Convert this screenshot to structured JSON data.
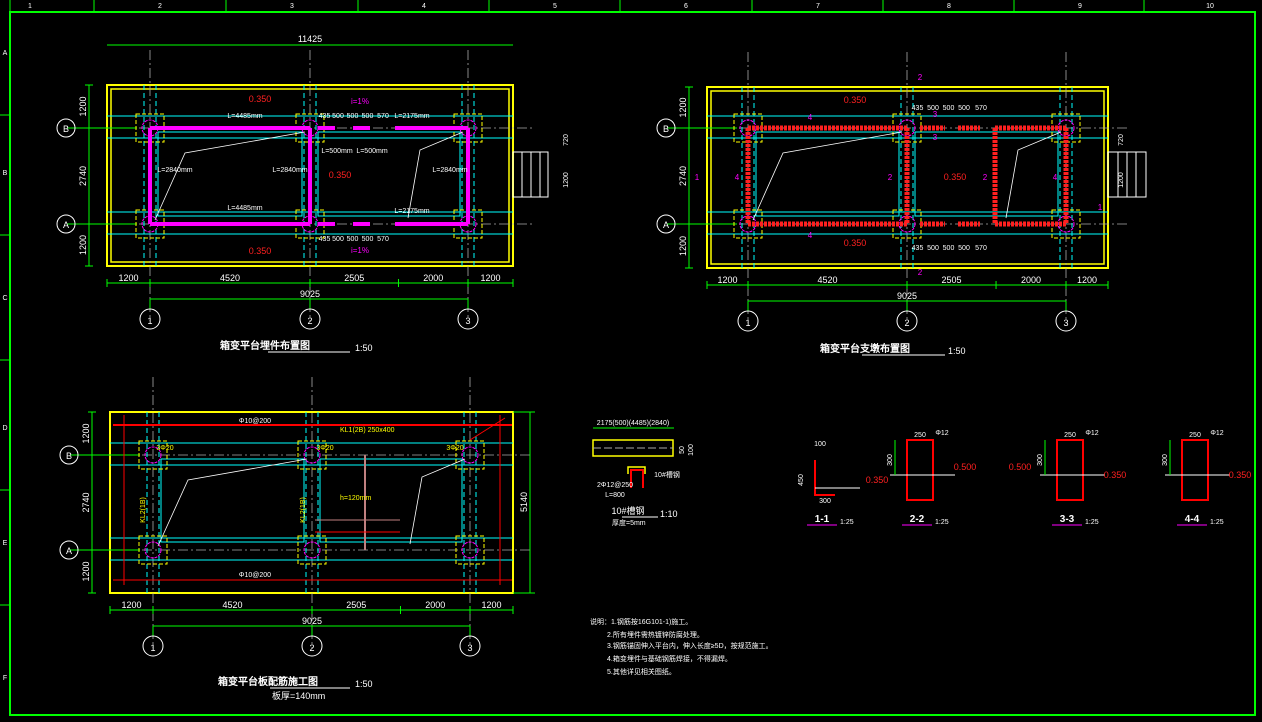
{
  "colors": {
    "background": "#000000",
    "frame": "#00ff00",
    "slab": "#ffff00",
    "beam": "#00ffff",
    "column": "#ff00ff",
    "rebar": "#ff0000",
    "text": "#ffffff"
  },
  "ruler": {
    "top": [
      "1",
      "2",
      "3",
      "4",
      "5",
      "6",
      "7",
      "8",
      "9",
      "10"
    ],
    "left": [
      "A",
      "B",
      "C",
      "D",
      "E",
      "F"
    ]
  },
  "plan1": {
    "title": "箱变平台埋件布置图",
    "scale": "1:50",
    "overall": "11425",
    "bottom_dims": [
      "1200",
      "4520",
      "2505",
      "2000",
      "1200"
    ],
    "total": "9025",
    "left_dims": [
      "1200",
      "2740",
      "1200"
    ],
    "grid_cols": [
      "1",
      "2",
      "3"
    ],
    "grid_rows": [
      "B",
      "A"
    ],
    "elev": "0.350",
    "slope": "i=1%",
    "seg_dims": [
      "435",
      "500",
      "500",
      "500",
      "570"
    ],
    "labels": [
      "L=4485mm",
      "L=2840mm",
      "L=500mm",
      "L=2175mm"
    ],
    "right_dims": [
      "720",
      "1200"
    ]
  },
  "plan2": {
    "title": "箱变平台支墩布置图",
    "scale": "1:50",
    "bottom_dims": [
      "1200",
      "4520",
      "2505",
      "2000",
      "1200"
    ],
    "total": "9025",
    "left_dims": [
      "1200",
      "2740",
      "1200"
    ],
    "grid_cols": [
      "1",
      "2",
      "3"
    ],
    "grid_rows": [
      "B",
      "A"
    ],
    "elev": "0.350",
    "seg_dims": [
      "435",
      "500",
      "500",
      "500",
      "570"
    ],
    "section_marks": [
      "1",
      "2",
      "3",
      "4"
    ],
    "right_dims": [
      "720",
      "1200"
    ]
  },
  "plan3": {
    "title": "箱变平台板配筋施工图",
    "scale": "1:50",
    "thickness": "板厚=140mm",
    "bottom_dims": [
      "1200",
      "4520",
      "2505",
      "2000",
      "1200"
    ],
    "total": "9025",
    "left_dims": [
      "1200",
      "2740",
      "1200"
    ],
    "right_dim": "5140",
    "grid_cols": [
      "1",
      "2",
      "3"
    ],
    "grid_rows": [
      "B",
      "A"
    ],
    "rebar": [
      "Φ10@200",
      "KL1(2B) 250x400",
      "h=120mm",
      "KL2(1B)",
      "3Φ20"
    ]
  },
  "detail": {
    "dim_top": "2175(500)(4485)(2840)",
    "dim_h1": "50",
    "dim_h2": "100",
    "bar": "2Φ12@250",
    "length": "L=800",
    "title": "10#槽钢",
    "scale": "1:10",
    "note": "厚度=5mm"
  },
  "sections": [
    {
      "name": "1-1",
      "scale": "1:25",
      "dims": [
        "100",
        "450",
        "300"
      ],
      "elev": "0.350"
    },
    {
      "name": "2-2",
      "scale": "1:25",
      "dims": [
        "250",
        "300"
      ],
      "bar": "Φ12",
      "elev": "0.500"
    },
    {
      "name": "3-3",
      "scale": "1:25",
      "dims": [
        "250",
        "300"
      ],
      "bar": "Φ12",
      "elev": "0.500",
      "elev2": "0.350"
    },
    {
      "name": "4-4",
      "scale": "1:25",
      "dims": [
        "250",
        "300"
      ],
      "bar": "Φ12",
      "elev": "0.350"
    }
  ],
  "notes": [
    "说明：1.钢筋按16G101-1)施工。",
    "2.所有埋件需热镀锌防腐处理。",
    "3.钢筋锚固伸入平台内，伸入长度≥5D，按规范施工。",
    "4.箱变埋件与基础钢筋焊接，不得漏焊。",
    "5.其他详见相关图纸。"
  ]
}
